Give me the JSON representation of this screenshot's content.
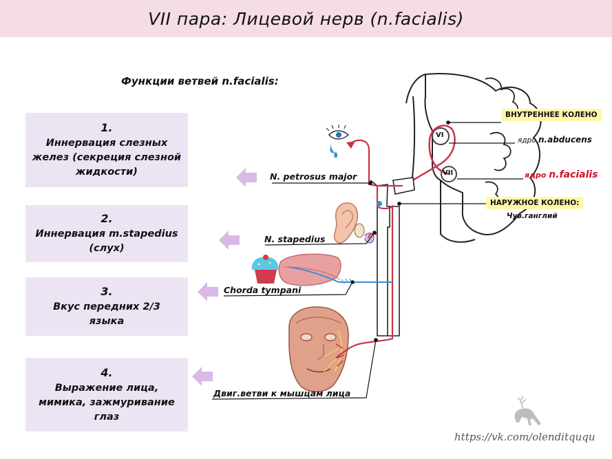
{
  "title": "VII пара: Лицевой нерв (n.facialis)",
  "subtitle": "Функции ветвей n.facialis:",
  "functions": [
    {
      "num": "1.",
      "text": "Иннервация слезных желез (секреция слезной жидкости)"
    },
    {
      "num": "2.",
      "text": "Иннервация m.stapedius (слух)"
    },
    {
      "num": "3.",
      "text": "Вкус передних 2/3 языка"
    },
    {
      "num": "4.",
      "text": "Выражение лица, мимика, зажмуривание глаз"
    }
  ],
  "branches": {
    "petrosus": "N. petrosus major",
    "stapedius": "N. stapedius",
    "chorda": "Chorda tympani",
    "motor": "Двиг.ветви к мышцам лица"
  },
  "annotations": {
    "inner_genu": "ВНУТРЕННЕЕ КОЛЕНО",
    "abducens_prefix": "ядро ",
    "abducens_name": "n.abducens",
    "facialis_prefix": "ядро ",
    "facialis_name": "n.facialis",
    "outer_genu": "НАРУЖНОЕ КОЛЕНО:",
    "ganglion": "Чув.ганглий",
    "nucleus_vi": "VI",
    "nucleus_vii": "VII"
  },
  "watermark_url": "https://vk.com/olenditququ",
  "colors": {
    "title_bg": "#f5dde4",
    "box_bg": "#ede4f3",
    "arrow": "#d9b9e6",
    "nerve_red": "#c8344a",
    "nerve_blue": "#3a8fd0",
    "highlight": "#fff8a8",
    "label_red": "#d8102a"
  }
}
